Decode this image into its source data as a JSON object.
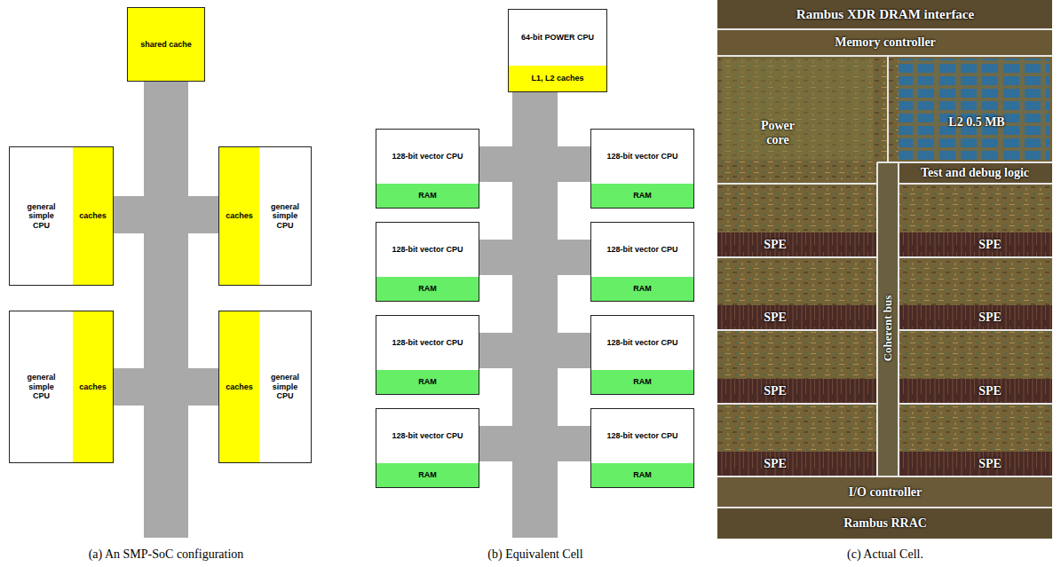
{
  "diagram": {
    "nodes": [
      {
        "text": [
          "shared cache"
        ]
      },
      {
        "text": [
          "general simple CPU"
        ]
      },
      {
        "text": [
          "caches"
        ],
        "in": 1
      },
      {
        "text": [
          "general simple CPU"
        ]
      },
      {
        "text": [
          "caches"
        ],
        "in": 3
      },
      {
        "text": [
          "general simple CPU"
        ]
      },
      {
        "text": [
          "caches"
        ],
        "in": 5
      },
      {
        "text": [
          "general simple CPU"
        ]
      },
      {
        "text": [
          "caches"
        ],
        "in": 7
      },
      {
        "text": [
          "64-bit POWER CPU"
        ]
      },
      {
        "text": [
          "L1, L2 caches"
        ],
        "in": 9
      },
      {
        "text": [
          "128-bit vector CPU"
        ]
      },
      {
        "text": [
          "RAM"
        ],
        "in": 11
      },
      {
        "text": [
          "128-bit vector CPU"
        ]
      },
      {
        "text": [
          "RAM"
        ],
        "in": 13
      },
      {
        "text": [
          "128-bit vector CPU"
        ]
      },
      {
        "text": [
          "RAM"
        ],
        "in": 15
      },
      {
        "text": [
          "128-bit vector CPU"
        ]
      },
      {
        "text": [
          "RAM"
        ],
        "in": 17
      },
      {
        "text": [
          "128-bit vector CPU"
        ]
      },
      {
        "text": [
          "RAM"
        ],
        "in": 19
      },
      {
        "text": [
          "128-bit vector CPU"
        ]
      },
      {
        "text": [
          "RAM"
        ],
        "in": 21
      },
      {
        "text": [
          "128-bit vector CPU"
        ]
      },
      {
        "text": [
          "RAM"
        ],
        "in": 23
      },
      {
        "text": [
          "128-bit vector CPU"
        ]
      },
      {
        "text": [
          "RAM"
        ],
        "in": 25
      }
    ],
    "edges": [
      {
        "from": 1,
        "to": 0,
        "arrow": "none"
      },
      {
        "from": 3,
        "to": 0,
        "arrow": "none"
      },
      {
        "from": 5,
        "to": 0,
        "arrow": "none"
      },
      {
        "from": 7,
        "to": 0,
        "arrow": "none"
      },
      {
        "from": 11,
        "to": 9,
        "arrow": "none"
      },
      {
        "from": 13,
        "to": 9,
        "arrow": "none"
      },
      {
        "from": 15,
        "to": 9,
        "arrow": "none"
      },
      {
        "from": 17,
        "to": 9,
        "arrow": "none"
      },
      {
        "from": 19,
        "to": 9,
        "arrow": "none"
      },
      {
        "from": 21,
        "to": 9,
        "arrow": "none"
      },
      {
        "from": 23,
        "to": 9,
        "arrow": "none"
      },
      {
        "from": 25,
        "to": 9,
        "arrow": "none"
      }
    ],
    "labels": [
      "Rambus XDR DRAM interface",
      "Memory controller",
      "Power core",
      "L2 0.5 MB",
      "Test and debug logic",
      "SPE",
      "SPE",
      "SPE",
      "SPE",
      "SPE",
      "SPE",
      "SPE",
      "SPE",
      "Coherent bus",
      "I/O controller",
      "Rambus RRAC",
      "(a) An SMP-SoC configuration",
      "(b) Equivalent Cell",
      "(c) Actual Cell."
    ]
  }
}
